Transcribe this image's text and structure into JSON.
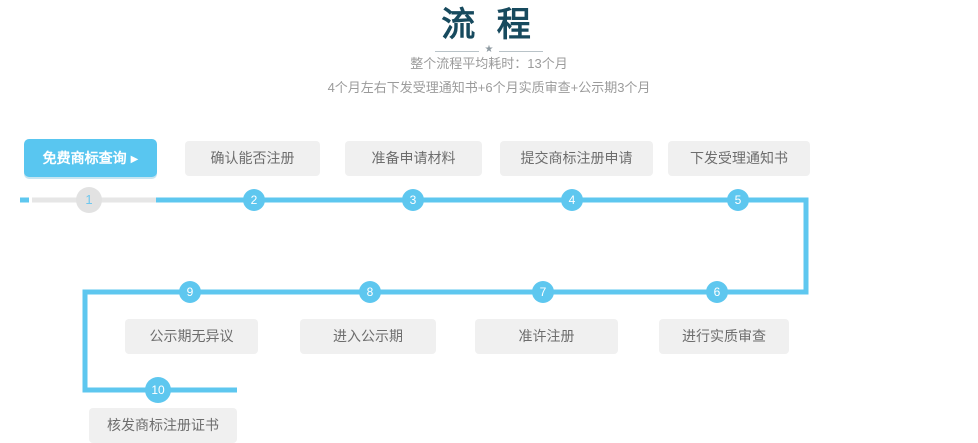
{
  "header": {
    "title": "流 程",
    "star_glyph": "★",
    "subtitle_1": "整个流程平均耗时：13个月",
    "subtitle_2": "4个月左右下发受理通知书+6个月实质审查+公示期3个月"
  },
  "colors": {
    "brand_blue": "#5ec7ef",
    "primary_button": "#59c6f0",
    "button_grey": "#f0f0f0",
    "button_text": "#6d6d6d",
    "title_navy": "#174a5e",
    "inactive_grey": "#e2e2e2",
    "line_grey": "#e6e6e6",
    "subtitle_grey": "#9b9b9b"
  },
  "row1": {
    "steps": [
      {
        "label": "免费商标查询",
        "arrow": "▶",
        "number": "1",
        "state": "current"
      },
      {
        "label": "确认能否注册",
        "number": "2",
        "state": "done"
      },
      {
        "label": "准备申请材料",
        "number": "3",
        "state": "done"
      },
      {
        "label": "提交商标注册申请",
        "number": "4",
        "state": "done"
      },
      {
        "label": "下发受理通知书",
        "number": "5",
        "state": "done"
      }
    ]
  },
  "row2": {
    "steps": [
      {
        "label": "公示期无异议",
        "number": "9",
        "state": "done"
      },
      {
        "label": "进入公示期",
        "number": "8",
        "state": "done"
      },
      {
        "label": "准许注册",
        "number": "7",
        "state": "done"
      },
      {
        "label": "进行实质审查",
        "number": "6",
        "state": "done"
      }
    ]
  },
  "row3": {
    "steps": [
      {
        "label": "核发商标注册证书",
        "number": "10",
        "state": "done"
      }
    ]
  }
}
